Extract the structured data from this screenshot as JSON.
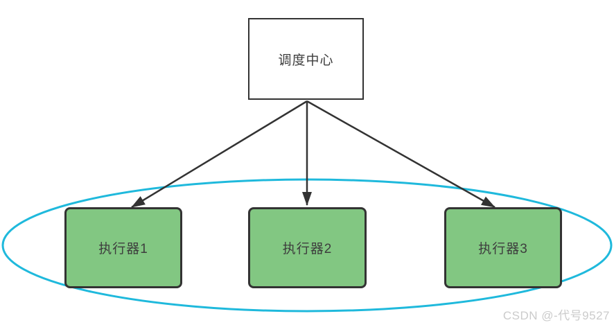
{
  "diagram": {
    "scheduler": {
      "label": "调度中心"
    },
    "executors": [
      {
        "label": "执行器1"
      },
      {
        "label": "执行器2"
      },
      {
        "label": "执行器3"
      }
    ],
    "colors": {
      "executor_fill": "#82c782",
      "node_border": "#333333",
      "arrow": "#333333",
      "cluster_ellipse": "#1fb9dc",
      "text": "#3d3d3d"
    }
  },
  "watermark": {
    "text": "CSDN @-代号9527",
    "color": "#cbcbcb"
  }
}
